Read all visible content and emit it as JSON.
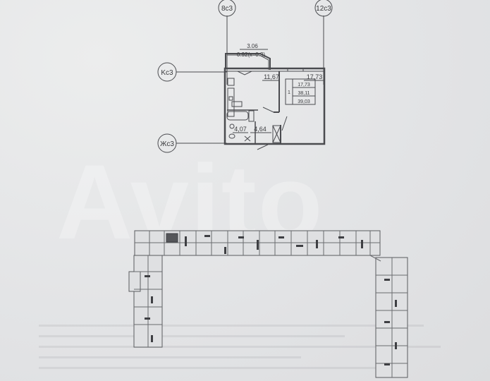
{
  "watermark": {
    "text": "Avito"
  },
  "axes": {
    "top_left": "8c3",
    "top_right": "12c3",
    "left_upper": "Kc3",
    "left_lower": "Жc3"
  },
  "balcony": {
    "area": "3.06",
    "reduced_area": "0.92(к=0.3)"
  },
  "rooms": {
    "kitchen": "11,67",
    "living_room": "17,73",
    "bathroom": "4,07",
    "hallway": "4,64"
  },
  "apartment_table": {
    "rooms_count": "1",
    "living_area": "17,73",
    "total_area": "38,11",
    "total_area_with_balcony": "39,03"
  },
  "colors": {
    "line": "#4a4b4f",
    "background": "#e4e5e7",
    "highlight": "#55565a"
  },
  "building_plan": {
    "shape": "U-shaped",
    "highlighted_unit": "north-wing, second section"
  }
}
